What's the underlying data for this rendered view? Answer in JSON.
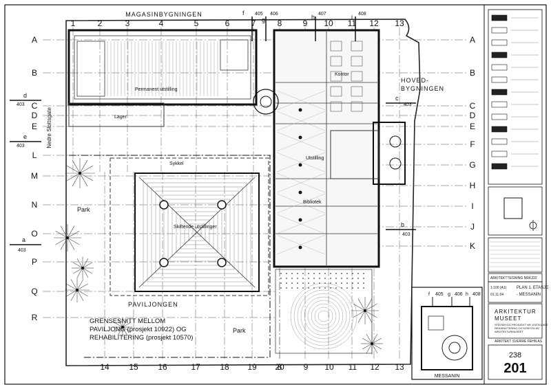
{
  "drawing": {
    "grid_columns_top": [
      "1",
      "2",
      "3",
      "4",
      "5",
      "6",
      "7",
      "8",
      "9",
      "10",
      "11",
      "12",
      "13"
    ],
    "grid_columns_bottom": [
      "14",
      "15",
      "16",
      "17",
      "18",
      "19",
      "20",
      "8",
      "9",
      "10",
      "11",
      "12",
      "13"
    ],
    "grid_rows_left": [
      "A",
      "B",
      "C",
      "D",
      "E",
      "L",
      "M",
      "N",
      "O",
      "P",
      "Q",
      "R"
    ],
    "grid_rows_right": [
      "A",
      "B",
      "C",
      "D",
      "E",
      "F",
      "G",
      "H",
      "I",
      "J",
      "K"
    ],
    "building_labels": {
      "magasin": "MAGASINBYGNINGEN",
      "hoved": [
        "HOVED-",
        "BYGNINGEN"
      ],
      "paviljong": "PAVILJONGEN",
      "park_1": "Park",
      "park_2": "Park",
      "street": "Nedre Slottsgate"
    },
    "note_lines": [
      "GRENSESNITT MELLOM",
      "PAVILJONG (prosjekt 10922) OG",
      "REHABILITERING (prosjekt 10570)"
    ],
    "section_marks": [
      {
        "letter": "a",
        "ref": "403"
      },
      {
        "letter": "b",
        "ref": "403"
      },
      {
        "letter": "c",
        "ref": "403"
      },
      {
        "letter": "d",
        "ref": "403"
      },
      {
        "letter": "e",
        "ref": "403"
      },
      {
        "letter": "f",
        "ref": "405"
      },
      {
        "letter": "g",
        "ref": "406"
      },
      {
        "letter": "h",
        "ref": "407"
      },
      {
        "letter": "i",
        "ref": "408"
      }
    ],
    "room_labels": [
      "Permanent utstilling",
      "Skiftende utstillinger",
      "Utstilling",
      "Bibliotek",
      "Kontor",
      "Lager",
      "Sykkel"
    ]
  },
  "inset": {
    "title": "MESSANIN",
    "marks": [
      "f",
      "405",
      "g",
      "406",
      "h",
      "408"
    ]
  },
  "title_block": {
    "drawing_number_label": "ARKITEKTTEGNING NR.",
    "drawing_number": "K222",
    "title": [
      "PLAN 1. ETASJE",
      "- MESSANIN"
    ],
    "project": [
      "ARKITEKTUR",
      "MUSEET"
    ],
    "subtitle": [
      "STATSBYGG PROSJEKT NR 10570/10922",
      "REHABILITERING OG NYBYGG AV",
      "ARKITEKTURMUSEET"
    ],
    "architect": "ARKITEKT SVERRE FEHN AS",
    "sheet_top": "238",
    "sheet_number": "201",
    "scale": "1:100 (A1)",
    "date": "01.11.04"
  }
}
